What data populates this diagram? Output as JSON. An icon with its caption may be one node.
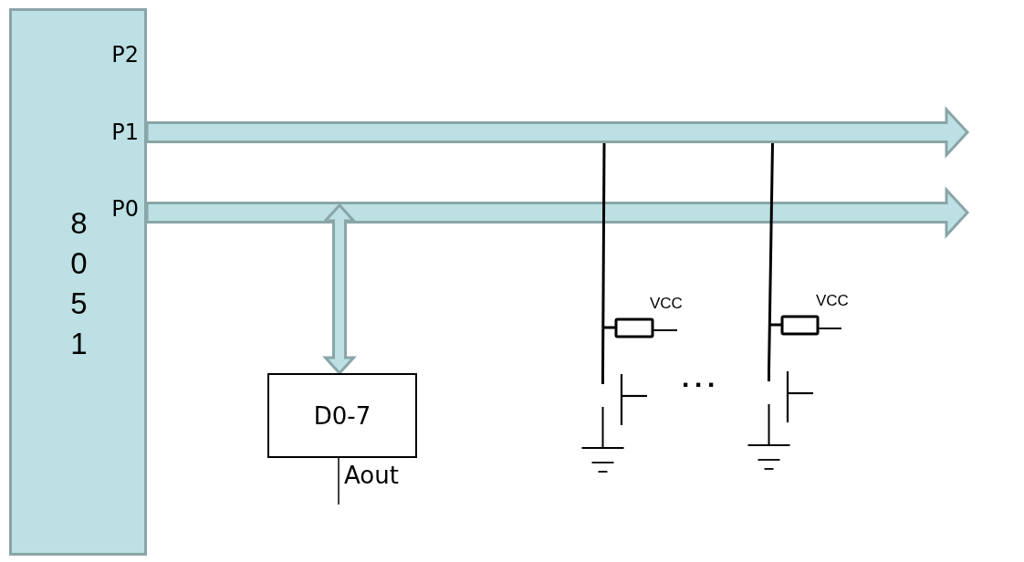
{
  "diagram": {
    "nodes": [
      {
        "text": [
          "P2",
          "P1",
          "P0",
          "8051"
        ]
      },
      {
        "text": [
          "D0-7"
        ]
      },
      {
        "text": [],
        "shape": "switch"
      },
      {
        "text": [],
        "shape": "switch"
      }
    ],
    "edges": [
      {
        "from": 0,
        "to": null,
        "arrow": "to",
        "style": "thick",
        "color": "#8aa5a7"
      },
      {
        "from": 0,
        "to": null,
        "arrow": "to",
        "style": "thick",
        "color": "#8aa5a7"
      },
      {
        "from": null,
        "to": 1,
        "arrow": "both",
        "style": "thick",
        "color": "#8aa5a7"
      },
      {
        "from": null,
        "to": 2,
        "arrow": "none"
      },
      {
        "from": null,
        "to": 3,
        "arrow": "none"
      },
      {
        "from": 1,
        "to": null,
        "arrow": "none",
        "label": "Aout"
      }
    ],
    "labels": [
      "VCC",
      "VCC",
      "..."
    ]
  }
}
